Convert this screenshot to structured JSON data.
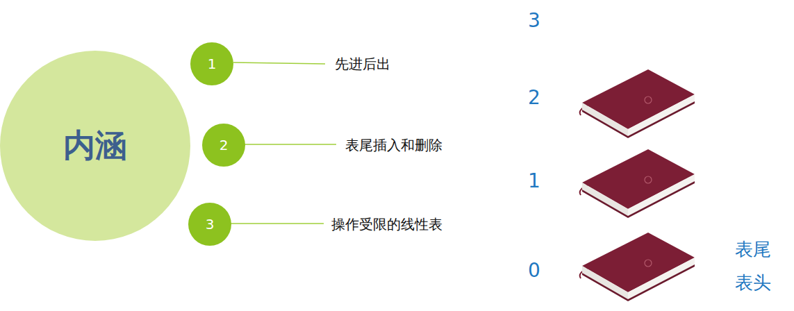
{
  "diagram": {
    "nodes": [
      {
        "text": [
          "内涵"
        ]
      },
      {
        "text": [
          "1"
        ]
      },
      {
        "text": [
          "2"
        ]
      },
      {
        "text": [
          "3"
        ]
      }
    ],
    "labels": [
      "先进后出",
      "表尾插入和删除",
      "操作受限的线性表",
      "3",
      "2",
      "1",
      "0",
      "表尾",
      "表头"
    ]
  }
}
